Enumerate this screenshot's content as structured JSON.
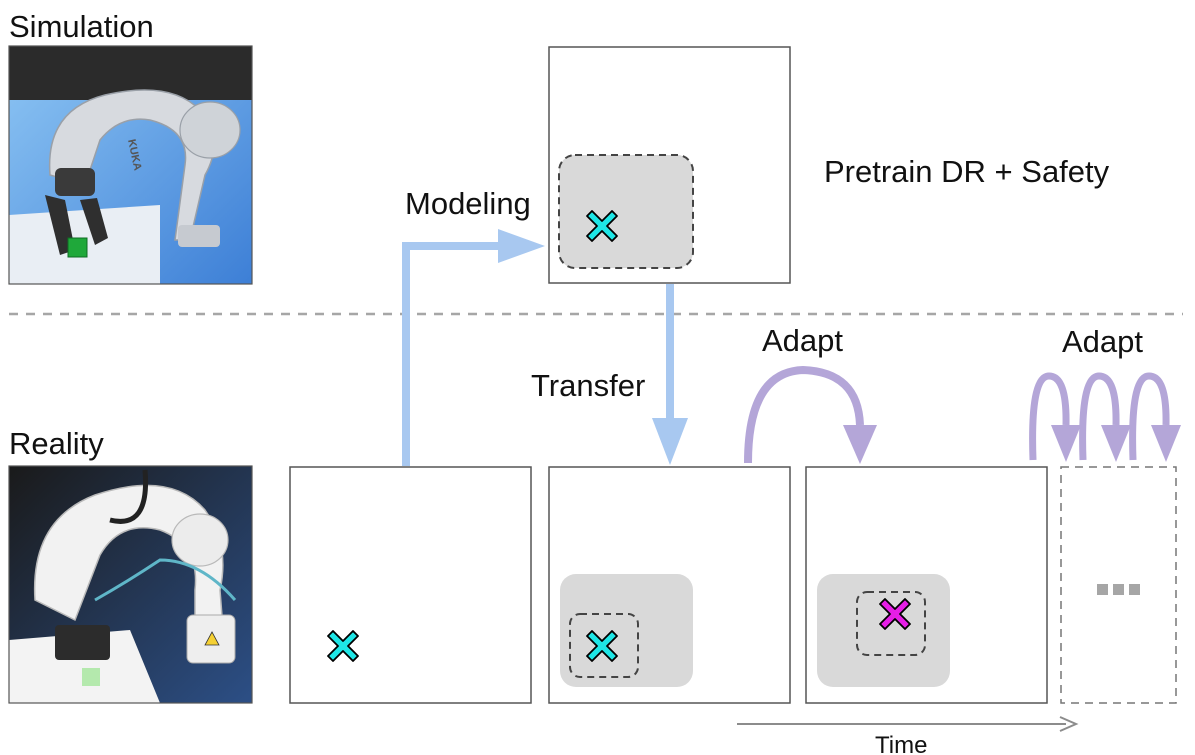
{
  "labels": {
    "simulation": "Simulation",
    "reality": "Reality",
    "modeling": "Modeling",
    "transfer": "Transfer",
    "adapt_1": "Adapt",
    "adapt_2": "Adapt",
    "pretrain": "Pretrain DR + Safety",
    "time": "Time",
    "ellipsis": "..."
  },
  "robot_brand": "KUKA",
  "colors": {
    "arrow_blue": "#a8c8f0",
    "arrow_purple": "#b4a6d8",
    "marker_cyan": "#1ee6e6",
    "marker_magenta": "#e61ee6",
    "region_gray": "#d9d9d9",
    "divider_gray": "#a6a6a6"
  }
}
